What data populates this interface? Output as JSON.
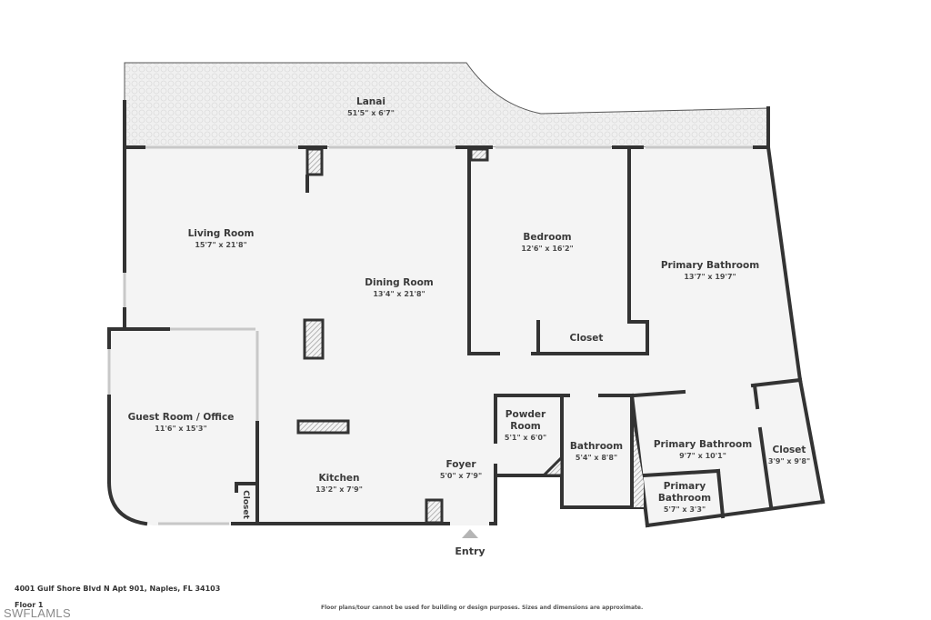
{
  "plan": {
    "address": "4001 Gulf Shore Blvd N Apt 901, Naples, FL 34103",
    "floor": "Floor 1",
    "watermark": "SWFLAMLS",
    "disclaimer": "Floor plans/tour cannot be used for building or design purposes. Sizes and dimensions are approximate.",
    "entry_label": "Entry",
    "colors": {
      "wall": "#333333",
      "floor": "#f4f4f4",
      "lanai": "#efefef",
      "window": "#ffffff",
      "entry_arrow": "#b5b5b5"
    }
  },
  "rooms": {
    "lanai": {
      "name": "Lanai",
      "dim": "51'5\" x 6'7\""
    },
    "living": {
      "name": "Living Room",
      "dim": "15'7\" x 21'8\""
    },
    "dining": {
      "name": "Dining Room",
      "dim": "13'4\" x 21'8\""
    },
    "bedroom": {
      "name": "Bedroom",
      "dim": "12'6\" x 16'2\""
    },
    "primary_bath_main": {
      "name": "Primary Bathroom",
      "dim": "13'7\" x 19'7\""
    },
    "bedroom_closet": {
      "name": "Closet"
    },
    "guest": {
      "name": "Guest Room / Office",
      "dim": "11'6\" x 15'3\""
    },
    "guest_closet": {
      "name": "Closet"
    },
    "kitchen": {
      "name": "Kitchen",
      "dim": "13'2\" x 7'9\""
    },
    "foyer": {
      "name": "Foyer",
      "dim": "5'0\" x 7'9\""
    },
    "powder": {
      "name": "Powder Room",
      "dim": "5'1\" x 6'0\""
    },
    "bathroom": {
      "name": "Bathroom",
      "dim": "5'4\" x 8'8\""
    },
    "primary_bath_2": {
      "name": "Primary Bathroom",
      "dim": "9'7\" x 10'1\""
    },
    "primary_closet": {
      "name": "Closet",
      "dim": "3'9\" x 9'8\""
    },
    "primary_bath_3": {
      "name": "Primary Bathroom",
      "dim": "5'7\" x 3'3\""
    }
  }
}
